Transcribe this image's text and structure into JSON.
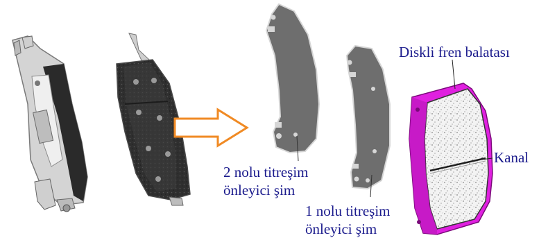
{
  "labels": {
    "disc_pad": "Diskli fren balatası",
    "channel": "Kanal",
    "shim2_line1": "2 nolu titreşim",
    "shim2_line2": "önleyici şim",
    "shim1_line1": "1 nolu titreşim",
    "shim1_line2": "önleyici şim"
  },
  "colors": {
    "label_text": "#1a1a8c",
    "arrow_outline": "#f08a24",
    "shim_fill": "#6e6e6e",
    "pad_backing": "#e020e0",
    "pad_friction": "#f2f2f2",
    "photo_dark": "#2b2b2b"
  },
  "icons": {
    "arrow": "right-arrow-outline"
  }
}
